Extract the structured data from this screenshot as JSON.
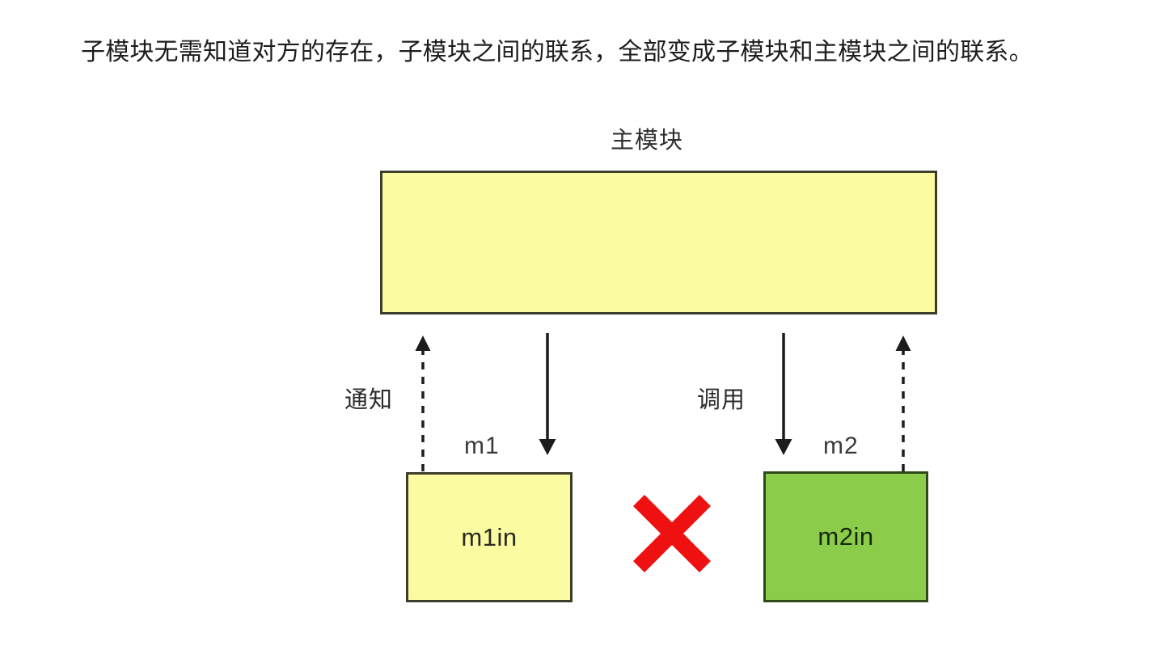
{
  "caption": {
    "text": "子模块无需知道对方的存在，子模块之间的联系，全部变成子模块和主模块之间的联系。"
  },
  "diagram": {
    "title": "主模块",
    "main_module": {
      "label": "主模块",
      "fill": "#fbfba2",
      "stroke": "#3d3d29"
    },
    "submodules": [
      {
        "name": "m1",
        "inner_label": "m1in",
        "fill": "#fbfba2",
        "stroke": "#3d3d29"
      },
      {
        "name": "m2",
        "inner_label": "m2in",
        "fill": "#8bcc4b",
        "stroke": "#2f4a18"
      }
    ],
    "connections": [
      {
        "label": "通知",
        "direction": "up",
        "style": "dashed",
        "from": "m1",
        "to": "main-module"
      },
      {
        "label": "",
        "direction": "down",
        "style": "solid",
        "from": "main-module",
        "to": "m1"
      },
      {
        "label": "调用",
        "direction": "down",
        "style": "solid",
        "from": "main-module",
        "to": "m2"
      },
      {
        "label": "",
        "direction": "up",
        "style": "dashed",
        "from": "m2",
        "to": "main-module"
      }
    ],
    "blocked_marker": {
      "symbol": "cross",
      "color": "#ef1111",
      "meaning": "no direct link between m1in and m2in"
    },
    "arrow_color": "#1c1c1c"
  }
}
